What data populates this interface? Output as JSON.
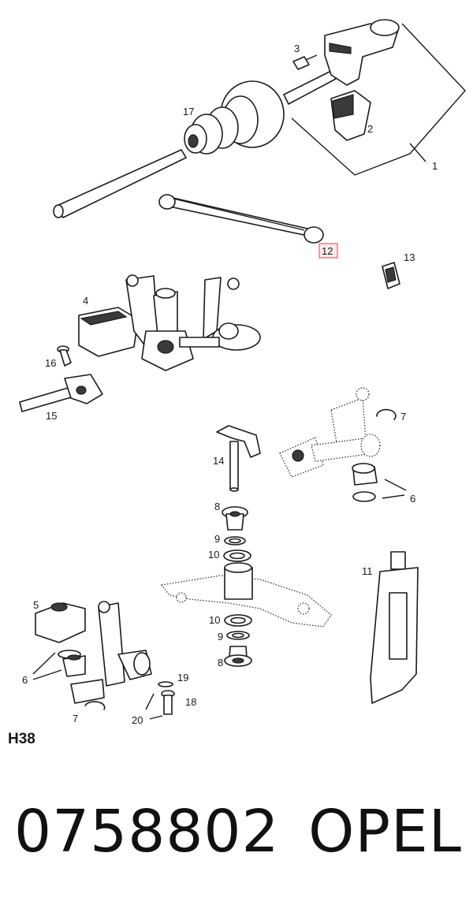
{
  "callouts": {
    "c1": "1",
    "c2": "2",
    "c3": "3",
    "c4": "4",
    "c5": "5",
    "c6a": "6",
    "c6b": "6",
    "c7a": "7",
    "c7b": "7",
    "c8a": "8",
    "c8b": "8",
    "c9a": "9",
    "c9b": "9",
    "c10a": "10",
    "c10b": "10",
    "c11": "11",
    "c12": "12",
    "c13": "13",
    "c14": "14",
    "c15": "15",
    "c16": "16",
    "c17": "17",
    "c18": "18",
    "c19": "19",
    "c20": "20"
  },
  "diagram_code": "H38",
  "footer": {
    "part_number": "0758802",
    "brand": "OPEL"
  },
  "colors": {
    "highlight_fill": "#fde9e9",
    "highlight_border": "#d84a4a",
    "line": "#1a1a1a"
  }
}
